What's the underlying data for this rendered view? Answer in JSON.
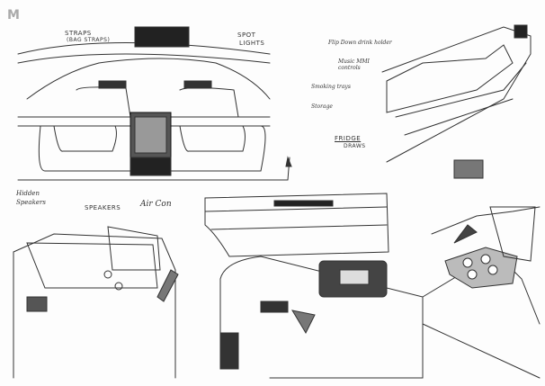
{
  "logo": "M",
  "labels": {
    "straps": "STRAPS",
    "straps_sub": "(BAG STRAPS)",
    "spot_lights_1": "SPOT",
    "spot_lights_2": "LIGHTS",
    "flip_down": "Flip Down drink holder",
    "music_1": "Music MMI",
    "music_2": "controls",
    "smoking": "Smoking trays",
    "storage": "Storage",
    "fridge_1": "FRIDGE",
    "fridge_2": "DRAWS",
    "hidden_1": "Hidden",
    "hidden_2": "Speakers",
    "speakers": "SPEAKERS",
    "air_con": "Air Con"
  }
}
